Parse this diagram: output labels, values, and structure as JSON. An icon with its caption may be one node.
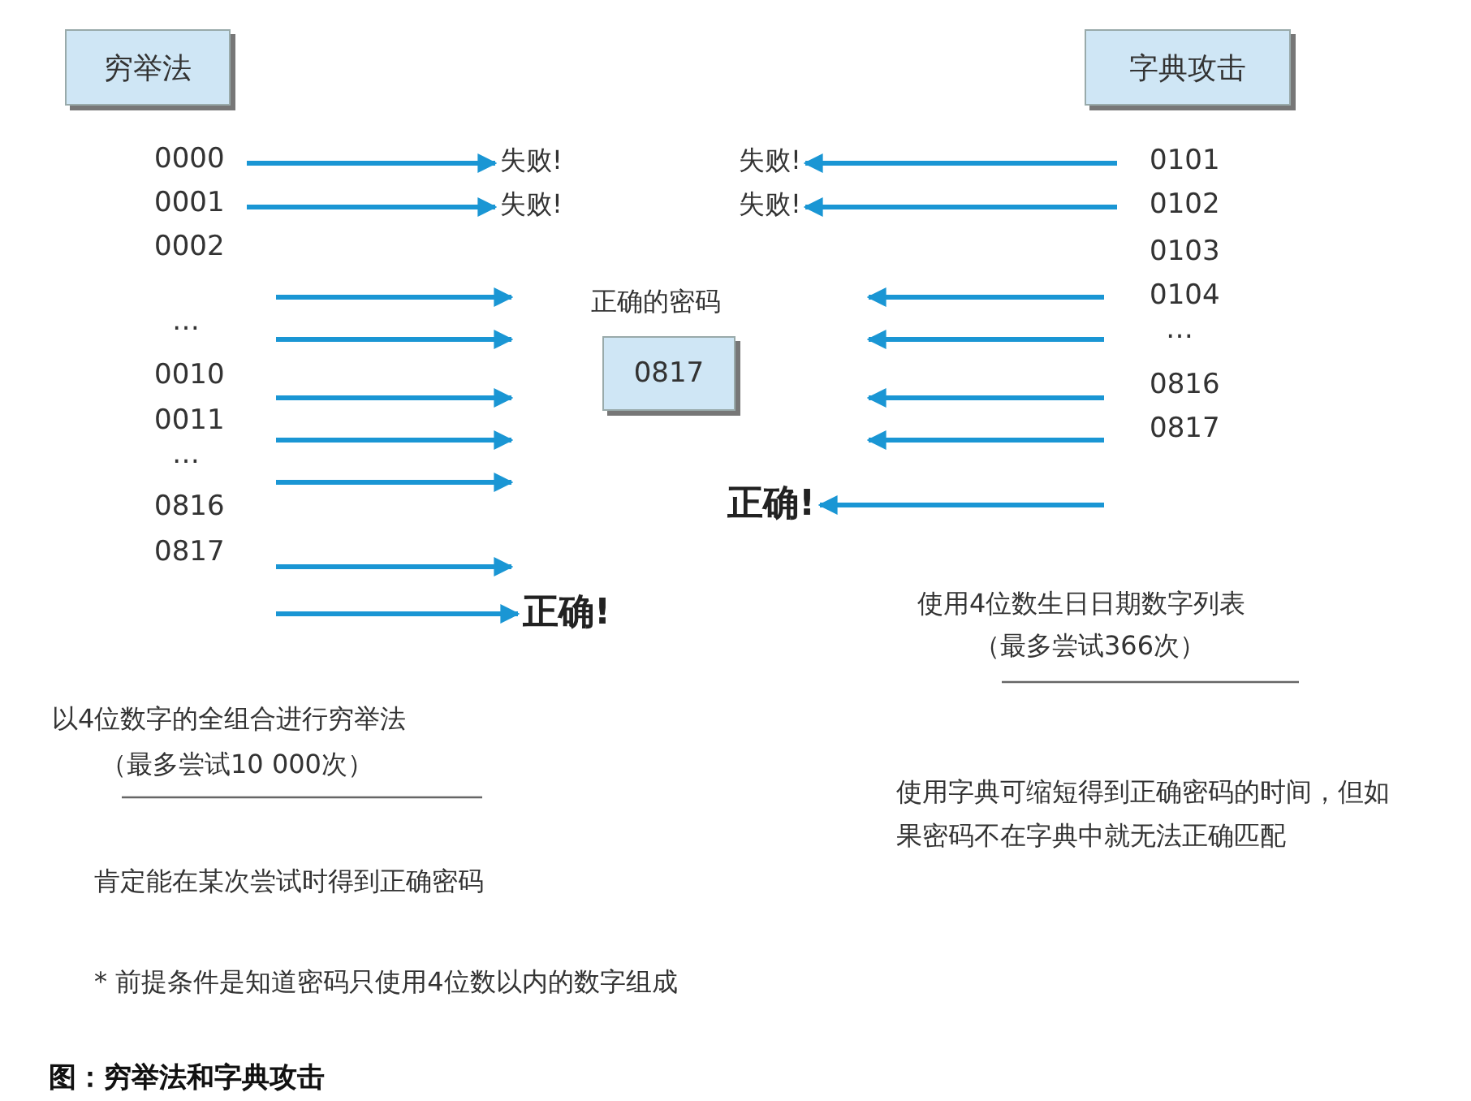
{
  "diagram": {
    "caption": "图：穷举法和字典攻击",
    "nodes": [
      {
        "text": [
          "穷举法"
        ]
      },
      {
        "text": [
          "字典攻击"
        ]
      },
      {
        "text": [
          "0000"
        ]
      },
      {
        "text": [
          "失败!"
        ]
      },
      {
        "text": [
          "0001"
        ]
      },
      {
        "text": [
          "失败!"
        ]
      },
      {
        "text": [
          "失败!"
        ]
      },
      {
        "text": [
          "0101"
        ]
      },
      {
        "text": [
          "失败!"
        ]
      },
      {
        "text": [
          "0102"
        ]
      },
      {
        "text": [
          "正确的密码",
          "0817"
        ]
      },
      {
        "text": [
          "正确!"
        ]
      },
      {
        "text": [
          "正确!"
        ]
      }
    ],
    "edges": [
      {
        "from": 2,
        "to": 3,
        "arrow": "to"
      },
      {
        "from": 4,
        "to": 5,
        "arrow": "to"
      },
      {
        "from": 7,
        "to": 6,
        "arrow": "to"
      },
      {
        "from": 9,
        "to": 8,
        "arrow": "to"
      },
      {
        "from": null,
        "to": 11,
        "arrow": "to"
      },
      {
        "from": null,
        "to": 12,
        "arrow": "to"
      }
    ],
    "labels": [
      "0002",
      "…",
      "0010",
      "0011",
      "…",
      "0816",
      "0817",
      "0103",
      "0104",
      "…",
      "0816",
      "0817",
      "使用4位数生日日期数字列表",
      "（最多尝试366次）",
      "以4位数字的全组合进行穷举法",
      "（最多尝试10 000次）",
      "使用字典可缩短得到正确密码的时间，但如果密码不在字典中就无法正确匹配",
      "肯定能在某次尝试时得到正确密码",
      "* 前提条件是知道密码只使用4位数以内的数字组成"
    ]
  }
}
